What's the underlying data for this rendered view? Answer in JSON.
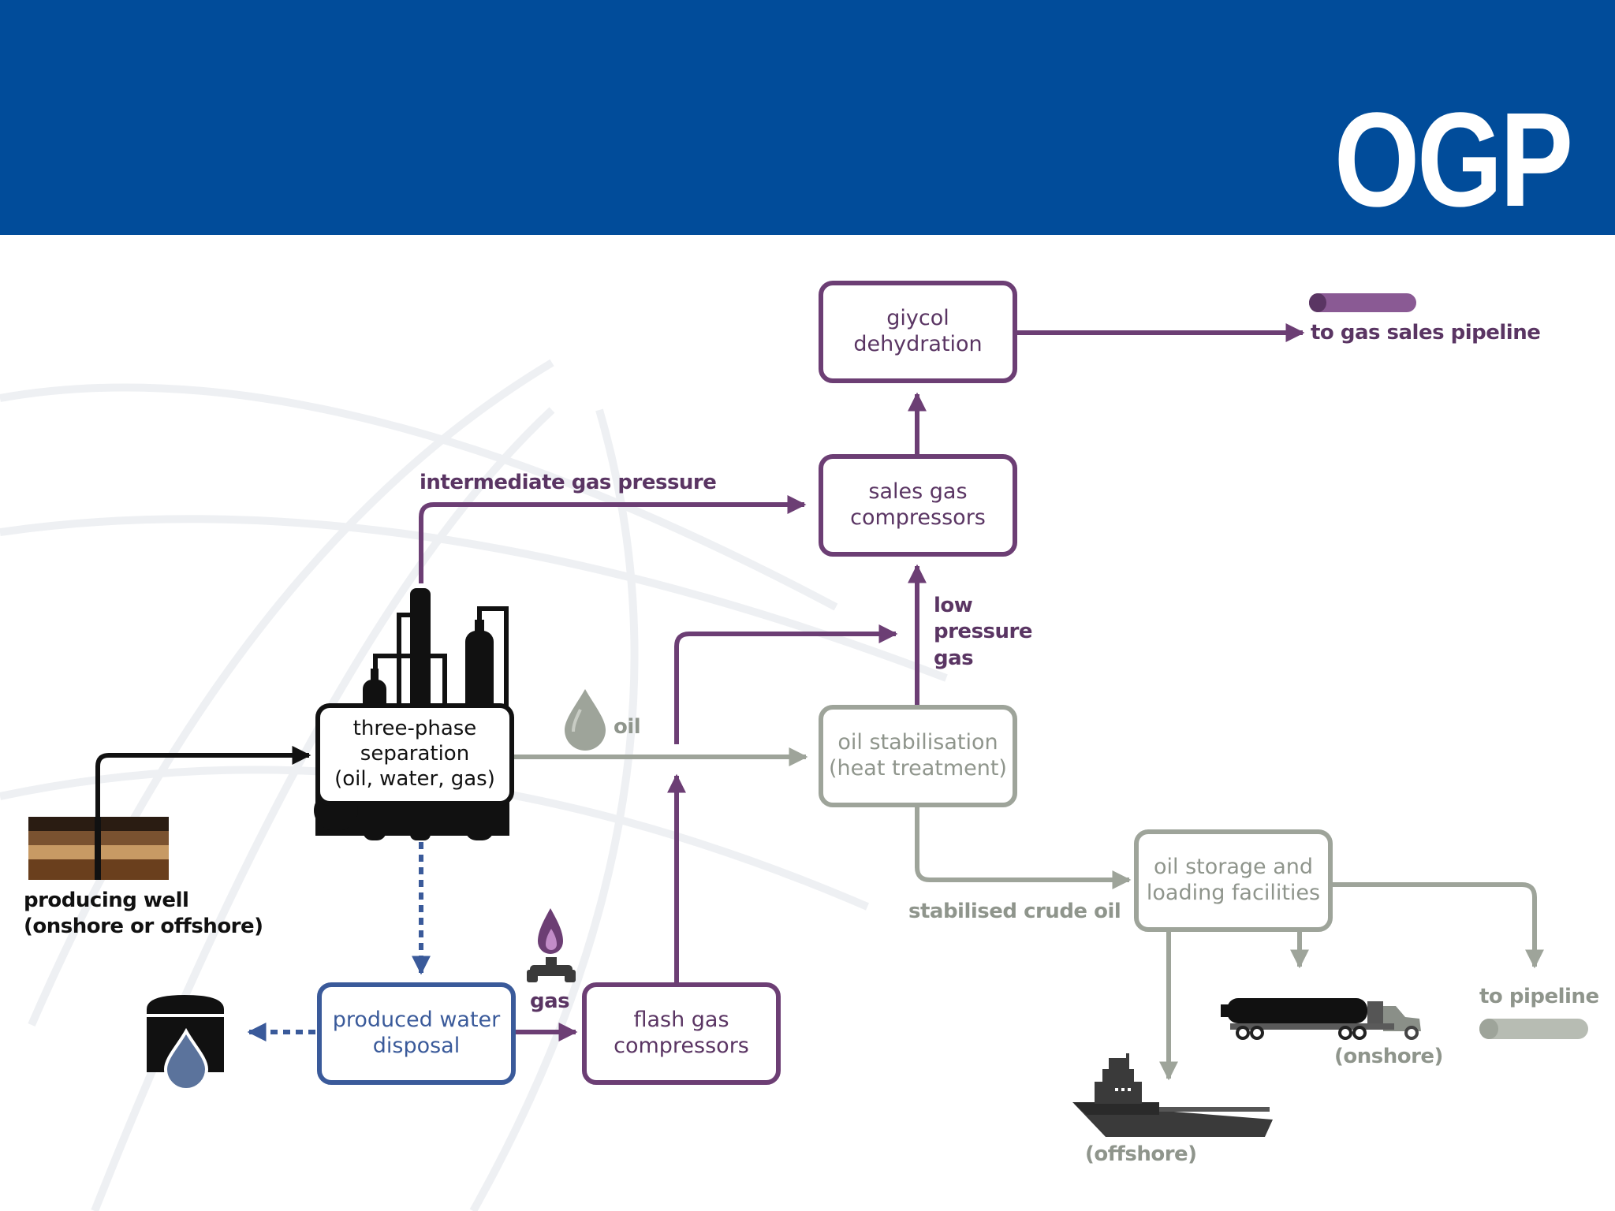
{
  "header": {
    "logo": "OGP",
    "background_color": "#014c9a"
  },
  "colors": {
    "gas": "#6c3e74",
    "oil": "#9ea49a",
    "water": "#3a5a9a",
    "process": "#111111"
  },
  "nodes": {
    "glycol_dehydration": "giycol\ndehydration",
    "sales_gas_compressors": "sales gas\ncompressors",
    "three_phase_separation": "three-phase\nseparation\n(oil, water, gas)",
    "oil_stabilisation": "oil stabilisation\n(heat treatment)",
    "oil_storage": "oil storage and\nloading facilities",
    "produced_water_disposal": "produced water\ndisposal",
    "flash_gas_compressors": "flash gas\ncompressors"
  },
  "labels": {
    "to_gas_sales_pipeline": "to gas sales pipeline",
    "intermediate_gas_pressure": "intermediate gas pressure",
    "low_pressure_gas": "low\npressure\ngas",
    "oil": "oil",
    "gas": "gas",
    "stabilised_crude_oil": "stabilised crude oil",
    "to_pipeline": "to pipeline",
    "onshore": "(onshore)",
    "offshore": "(offshore)",
    "producing_well": "producing well\n(onshore or offshore)"
  },
  "icons": {
    "separator": "separator-plant-icon",
    "well": "producing-well-icon",
    "oil_drop": "oil-drop-icon",
    "gas_flame": "gas-flame-icon",
    "water_tank": "water-tank-icon",
    "tanker_truck": "tanker-truck-icon",
    "ship": "ship-icon",
    "gas_pipe": "gas-pipeline-icon",
    "oil_pipe": "oil-pipeline-icon"
  }
}
